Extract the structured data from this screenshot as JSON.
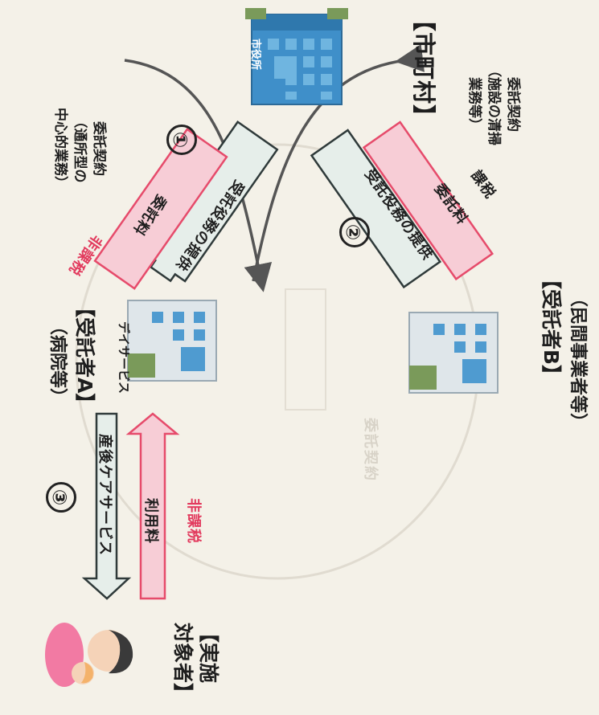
{
  "city": {
    "label": "【市町村】",
    "sign": "市役所"
  },
  "contractor_a": {
    "title": "【受託者A】",
    "subtitle": "（病院等）",
    "service": "デイサービス"
  },
  "contractor_b": {
    "title": "【受託者B】",
    "subtitle": "（民間事業者等）"
  },
  "recipient": {
    "line1": "【実施",
    "line2": "対象者】"
  },
  "contract_a": {
    "line1": "委託契約",
    "line2": "（通所型の",
    "line3": "中心的業務）"
  },
  "contract_b": {
    "line1": "委託契約",
    "line2": "（施設の清掃",
    "line3": "業務等）"
  },
  "flow1": {
    "num": "①",
    "service": "受託役務の提供",
    "fee": "委託料",
    "tax": "非課税"
  },
  "flow2": {
    "num": "②",
    "service": "受託役務の提供",
    "fee": "委託料",
    "tax": "課税"
  },
  "flow3": {
    "num": "③",
    "service": "産後ケアサービス",
    "fee": "利用料",
    "tax": "非課税"
  },
  "colors": {
    "service_arrow": "#e6eeea",
    "service_stroke": "#2f3a3a",
    "fee_arrow": "#f7cdd6",
    "fee_stroke": "#e64b6b",
    "red_text": "#e23b5e"
  },
  "icons": [
    "city-hall-building-icon",
    "facility-building-icon",
    "mother-baby-icon"
  ]
}
